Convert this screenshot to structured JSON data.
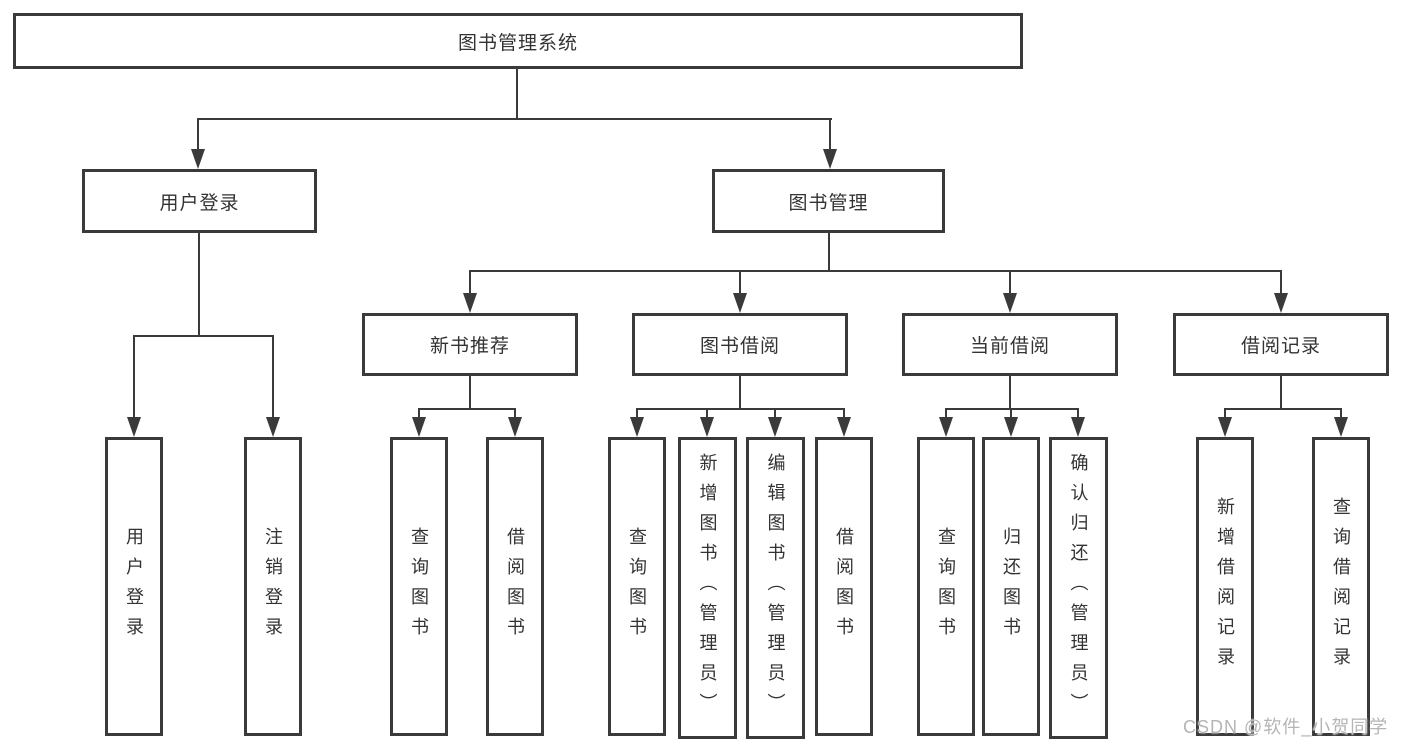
{
  "diagram": {
    "root": {
      "label": "图书管理系统"
    },
    "level2": [
      {
        "label": "用户登录"
      },
      {
        "label": "图书管理"
      }
    ],
    "level3": [
      {
        "label": "新书推荐"
      },
      {
        "label": "图书借阅"
      },
      {
        "label": "当前借阅"
      },
      {
        "label": "借阅记录"
      }
    ],
    "leaves": {
      "user": [
        "用户登录",
        "注销登录"
      ],
      "recommend": [
        "查询图书",
        "借阅图书"
      ],
      "borrow": [
        "查询图书",
        "新增图书（管理员）",
        "编辑图书（管理员）",
        "借阅图书"
      ],
      "current": [
        "查询图书",
        "归还图书",
        "确认归还（管理员）"
      ],
      "records": [
        "新增借阅记录",
        "查询借阅记录"
      ]
    }
  },
  "watermark": {
    "text": "CSDN @软件_小贺同学"
  },
  "colors": {
    "line": "#3a3a3a",
    "text": "#333333",
    "watermark": "#b5b5b5",
    "background": "#ffffff"
  }
}
